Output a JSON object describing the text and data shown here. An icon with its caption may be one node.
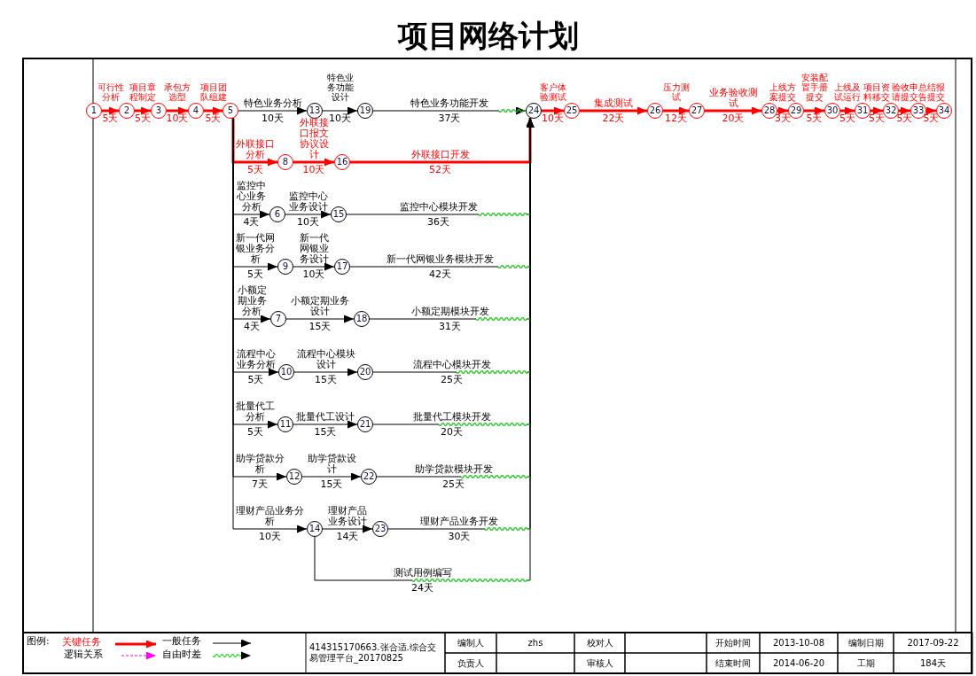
{
  "diagram": {
    "title": "项目网络计划",
    "nodes": [
      {
        "text": [
          "1"
        ]
      },
      {
        "text": [
          "2"
        ]
      },
      {
        "text": [
          "3"
        ]
      },
      {
        "text": [
          "4"
        ]
      },
      {
        "text": [
          "5"
        ]
      },
      {
        "text": [
          "6"
        ]
      },
      {
        "text": [
          "7"
        ]
      },
      {
        "text": [
          "8"
        ]
      },
      {
        "text": [
          "9"
        ]
      },
      {
        "text": [
          "10"
        ]
      },
      {
        "text": [
          "11"
        ]
      },
      {
        "text": [
          "12"
        ]
      },
      {
        "text": [
          "13"
        ]
      },
      {
        "text": [
          "14"
        ]
      },
      {
        "text": [
          "15"
        ]
      },
      {
        "text": [
          "16"
        ]
      },
      {
        "text": [
          "17"
        ]
      },
      {
        "text": [
          "18"
        ]
      },
      {
        "text": [
          "19"
        ]
      },
      {
        "text": [
          "20"
        ]
      },
      {
        "text": [
          "21"
        ]
      },
      {
        "text": [
          "22"
        ]
      },
      {
        "text": [
          "23"
        ]
      },
      {
        "text": [
          "24"
        ]
      },
      {
        "text": [
          "25"
        ]
      },
      {
        "text": [
          "26"
        ]
      },
      {
        "text": [
          "27"
        ]
      },
      {
        "text": [
          "28"
        ]
      },
      {
        "text": [
          "29"
        ]
      },
      {
        "text": [
          "30"
        ]
      },
      {
        "text": [
          "31"
        ]
      },
      {
        "text": [
          "32"
        ]
      },
      {
        "text": [
          "33"
        ]
      },
      {
        "text": [
          "34"
        ]
      }
    ],
    "edges": [
      {
        "from": 0,
        "to": 1,
        "arrow": "to",
        "label": "可行性分析",
        "style": "thick",
        "color": "#ff0000"
      },
      {
        "from": 1,
        "to": 2,
        "arrow": "to",
        "label": "项目章程制定",
        "style": "thick",
        "color": "#ff0000"
      },
      {
        "from": 2,
        "to": 3,
        "arrow": "to",
        "label": "承包方选型",
        "style": "thick",
        "color": "#ff0000"
      },
      {
        "from": 3,
        "to": 4,
        "arrow": "to",
        "label": "项目团队组建",
        "style": "thick",
        "color": "#ff0000"
      },
      {
        "from": 4,
        "to": 12,
        "arrow": "to",
        "label": "特色业务分析"
      },
      {
        "from": 12,
        "to": 18,
        "arrow": "to",
        "label": "特色业务功能设计"
      },
      {
        "from": 18,
        "to": 23,
        "arrow": "to",
        "label": "特色业务功能开发"
      },
      {
        "from": 4,
        "to": 7,
        "arrow": "to",
        "label": "外联接口分析",
        "style": "thick",
        "color": "#ff0000"
      },
      {
        "from": 7,
        "to": 15,
        "arrow": "to",
        "label": "外联接口报文协议设计",
        "style": "thick",
        "color": "#ff0000"
      },
      {
        "from": 15,
        "to": 23,
        "arrow": "to",
        "label": "外联接口开发",
        "style": "thick",
        "color": "#ff0000"
      },
      {
        "from": 23,
        "to": 24,
        "arrow": "to",
        "label": "客户体验测试",
        "style": "thick",
        "color": "#ff0000"
      },
      {
        "from": 24,
        "to": 25,
        "arrow": "to",
        "label": "集成测试",
        "style": "thick",
        "color": "#ff0000"
      },
      {
        "from": 25,
        "to": 26,
        "arrow": "to",
        "label": "压力测试",
        "style": "thick",
        "color": "#ff0000"
      },
      {
        "from": 26,
        "to": 27,
        "arrow": "to",
        "label": "业务验收测试",
        "style": "thick",
        "color": "#ff0000"
      },
      {
        "from": 27,
        "to": 28,
        "arrow": "to",
        "label": "上线方案提交",
        "style": "thick",
        "color": "#ff0000"
      },
      {
        "from": 28,
        "to": 29,
        "arrow": "to",
        "label": "安装配置手册提交",
        "style": "thick",
        "color": "#ff0000"
      },
      {
        "from": 29,
        "to": 30,
        "arrow": "to",
        "label": "上线及试运行",
        "style": "thick",
        "color": "#ff0000"
      },
      {
        "from": 30,
        "to": 31,
        "arrow": "to",
        "label": "项目资料移交",
        "style": "thick",
        "color": "#ff0000"
      },
      {
        "from": 31,
        "to": 32,
        "arrow": "to",
        "label": "验收申请提交",
        "style": "thick",
        "color": "#ff0000"
      },
      {
        "from": 32,
        "to": 33,
        "arrow": "to",
        "label": "总结报告提交",
        "style": "thick",
        "color": "#ff0000"
      },
      {
        "from": 4,
        "to": 5,
        "arrow": "to",
        "label": "监控中心业务分析"
      },
      {
        "from": 5,
        "to": 14,
        "arrow": "to",
        "label": "监控中心业务设计"
      },
      {
        "from": 14,
        "to": 23,
        "arrow": "to",
        "label": "监控中心模块开发"
      },
      {
        "from": 4,
        "to": 8,
        "arrow": "to",
        "label": "新一代网银业务分析"
      },
      {
        "from": 8,
        "to": 16,
        "arrow": "to",
        "label": "新一代网银业务设计"
      },
      {
        "from": 16,
        "to": 23,
        "arrow": "to",
        "label": "新一代网银业务模块开发"
      },
      {
        "from": 4,
        "to": 6,
        "arrow": "to",
        "label": "小额定期业务分析"
      },
      {
        "from": 6,
        "to": 17,
        "arrow": "to",
        "label": "小额定期业务设计"
      },
      {
        "from": 17,
        "to": 23,
        "arrow": "to",
        "label": "小额定期模块开发"
      },
      {
        "from": 4,
        "to": 9,
        "arrow": "to",
        "label": "流程中心业务分析"
      },
      {
        "from": 9,
        "to": 19,
        "arrow": "to",
        "label": "流程中心模块设计"
      },
      {
        "from": 19,
        "to": 23,
        "arrow": "to",
        "label": "流程中心模块开发"
      },
      {
        "from": 4,
        "to": 10,
        "arrow": "to",
        "label": "批量代工分析"
      },
      {
        "from": 10,
        "to": 20,
        "arrow": "to",
        "label": "批量代工设计"
      },
      {
        "from": 20,
        "to": 23,
        "arrow": "to",
        "label": "批量代工模块开发"
      },
      {
        "from": 4,
        "to": 11,
        "arrow": "to",
        "label": "助学贷款分析"
      },
      {
        "from": 11,
        "to": 21,
        "arrow": "to",
        "label": "助学贷款设计"
      },
      {
        "from": 21,
        "to": 23,
        "arrow": "to",
        "label": "助学贷款模块开发"
      },
      {
        "from": 4,
        "to": 13,
        "arrow": "to",
        "label": "理财产品业务分析"
      },
      {
        "from": 13,
        "to": 22,
        "arrow": "to",
        "label": "理财产品业务设计"
      },
      {
        "from": 22,
        "to": 23,
        "arrow": "to",
        "label": "理财产品业务开发"
      },
      {
        "from": 13,
        "to": 23,
        "arrow": "to",
        "label": "测试用例编写"
      }
    ],
    "labels": [
      "5天",
      "5天",
      "10天",
      "5天",
      "10天",
      "10天",
      "37天",
      "5天",
      "10天",
      "52天",
      "10天",
      "22天",
      "12天",
      "20天",
      "3天",
      "5天",
      "5天",
      "5天",
      "5天",
      "5天",
      "4天",
      "10天",
      "36天",
      "5天",
      "10天",
      "42天",
      "4天",
      "15天",
      "31天",
      "5天",
      "15天",
      "25天",
      "5天",
      "15天",
      "20天",
      "7天",
      "15天",
      "25天",
      "10天",
      "14天",
      "30天",
      "24天",
      "图例:",
      "414315170663.张合适.综合交易管理平台_20170825",
      "编制人",
      "zhs",
      "校对人",
      "开始时间",
      "2013-10-08",
      "编制日期",
      "2017-09-22",
      "负责人",
      "审核人",
      "结束时间",
      "2014-06-20",
      "工期",
      "184天"
    ],
    "legend": [
      {
        "text": "关键任务"
      },
      {
        "text": "一般任务"
      },
      {
        "text": "逻辑关系"
      },
      {
        "text": "自由时差"
      }
    ]
  }
}
